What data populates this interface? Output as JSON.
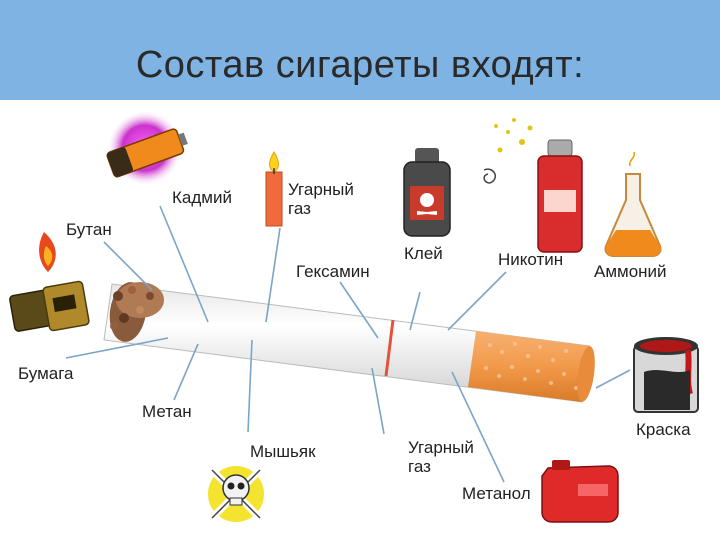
{
  "header": {
    "title": "Состав сигареты входят:",
    "background": "#7eb3e3"
  },
  "labels": {
    "cadmium": "Кадмий",
    "carbon_monoxide_top": "Угарный\nгаз",
    "butane": "Бутан",
    "glue": "Клей",
    "hexamine": "Гексамин",
    "nicotine": "Никотин",
    "ammonia": "Аммоний",
    "paper": "Бумага",
    "methane": "Метан",
    "arsenic": "Мышьяк",
    "carbon_monoxide_bottom": "Угарный\nгаз",
    "methanol": "Метанол",
    "paint": "Краска"
  },
  "icons": [
    "battery-icon",
    "candle-icon",
    "glue-bottle-icon",
    "spray-can-icon",
    "flask-icon",
    "lighter-icon",
    "paint-can-icon",
    "skull-icon",
    "fuel-can-icon"
  ],
  "colors": {
    "filter": "#f29a4a",
    "tobacco": "#8a5a3c",
    "paper": "#f4f4f4",
    "ring": "#e0533c"
  }
}
